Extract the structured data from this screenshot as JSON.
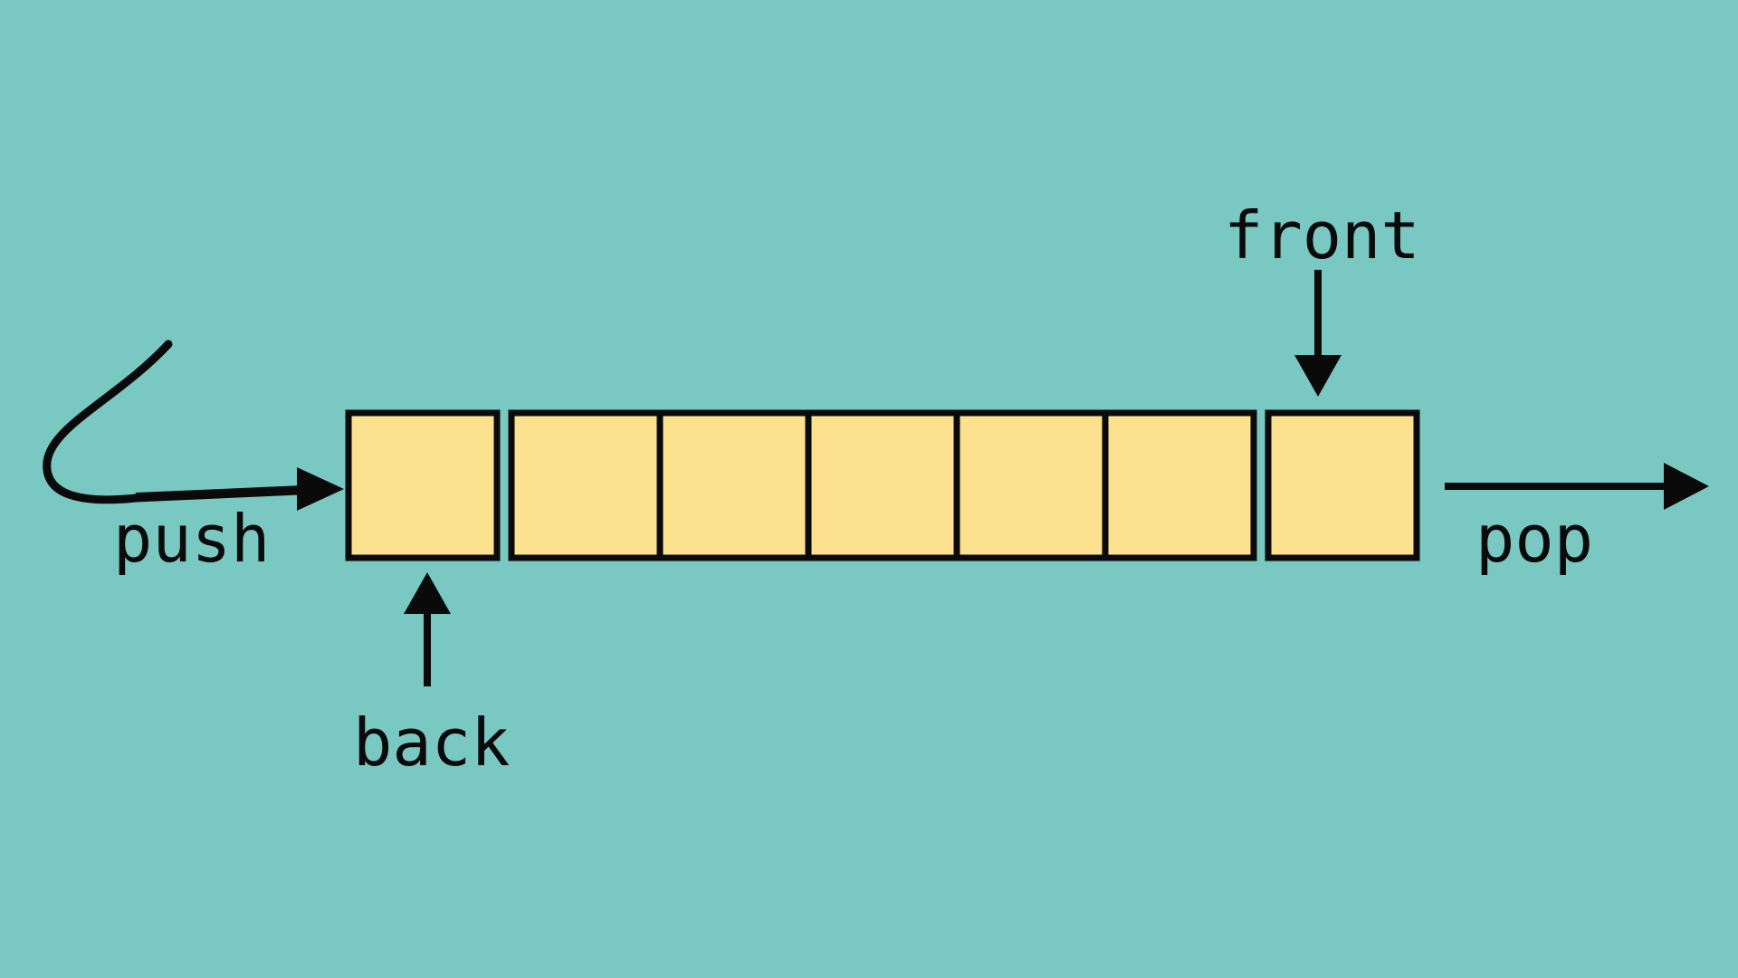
{
  "diagram": {
    "title": "Queue push/pop diagram",
    "type": "queue-data-structure",
    "background_color": "#79c8c2",
    "cell_fill_color": "#fce18e",
    "ink_color": "#0a0a0a"
  },
  "labels": {
    "push": "push",
    "pop": "pop",
    "front": "front",
    "back": "back"
  },
  "queue": {
    "cell_count": 7,
    "cells": [
      {
        "index": 0,
        "value": ""
      },
      {
        "index": 1,
        "value": ""
      },
      {
        "index": 2,
        "value": ""
      },
      {
        "index": 3,
        "value": ""
      },
      {
        "index": 4,
        "value": ""
      },
      {
        "index": 5,
        "value": ""
      },
      {
        "index": 6,
        "value": ""
      }
    ]
  },
  "annotations": {
    "push_arrow": "enters-at-left",
    "pop_arrow": "exits-at-right",
    "front_pointer": "points-down-to-last-cell",
    "back_pointer": "points-up-to-first-cell"
  }
}
